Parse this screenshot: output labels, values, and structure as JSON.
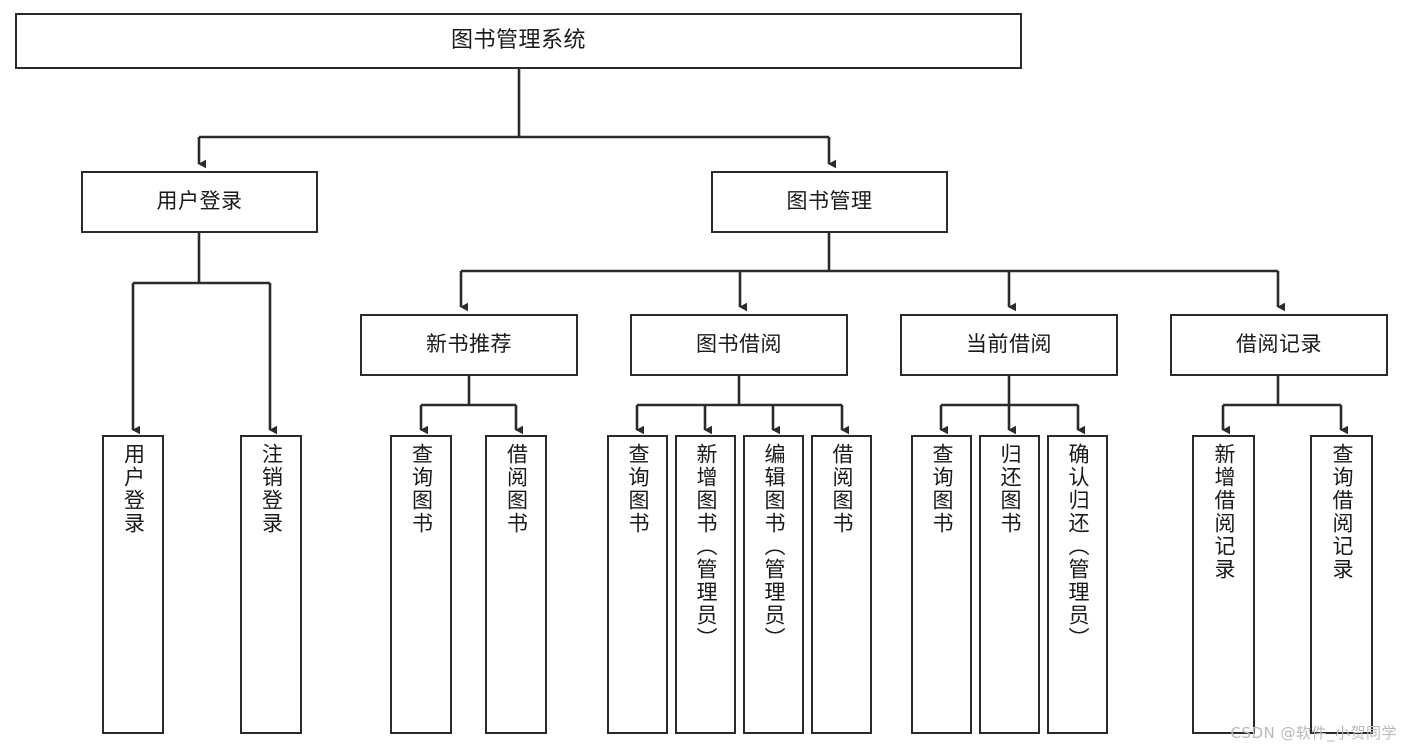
{
  "diagram": {
    "type": "tree-hierarchy-flowchart",
    "title": "图书管理系统",
    "watermark": "CSDN @软件_小贺同学",
    "colors": {
      "box_border": "#2b2b2b",
      "box_fill": "#ffffff",
      "connector": "#2b2b2b",
      "text": "#1a1a1a",
      "watermark": "#b9b9b9",
      "background": "#ffffff"
    },
    "levels": {
      "root": [
        "图书管理系统"
      ],
      "level2": [
        "用户登录",
        "图书管理"
      ],
      "level3": [
        "新书推荐",
        "图书借阅",
        "当前借阅",
        "借阅记录"
      ]
    },
    "nodes": {
      "root": {
        "label": "图书管理系统"
      },
      "user_login": {
        "label": "用户登录"
      },
      "book_manage": {
        "label": "图书管理"
      },
      "new_book_rec": {
        "label": "新书推荐"
      },
      "book_borrow": {
        "label": "图书借阅"
      },
      "current_borrow": {
        "label": "当前借阅"
      },
      "borrow_record": {
        "label": "借阅记录"
      }
    },
    "leaves": {
      "user_login": [
        {
          "label": "用户登录"
        },
        {
          "label": "注销登录"
        }
      ],
      "new_book_rec": [
        {
          "label": "查询图书"
        },
        {
          "label": "借阅图书"
        }
      ],
      "book_borrow": [
        {
          "label": "查询图书"
        },
        {
          "label": "新增图书（管理员）"
        },
        {
          "label": "编辑图书（管理员）"
        },
        {
          "label": "借阅图书"
        }
      ],
      "current_borrow": [
        {
          "label": "查询图书"
        },
        {
          "label": "归还图书"
        },
        {
          "label": "确认归还（管理员）"
        }
      ],
      "borrow_record": [
        {
          "label": "新增借阅记录"
        },
        {
          "label": "查询借阅记录"
        }
      ]
    }
  }
}
